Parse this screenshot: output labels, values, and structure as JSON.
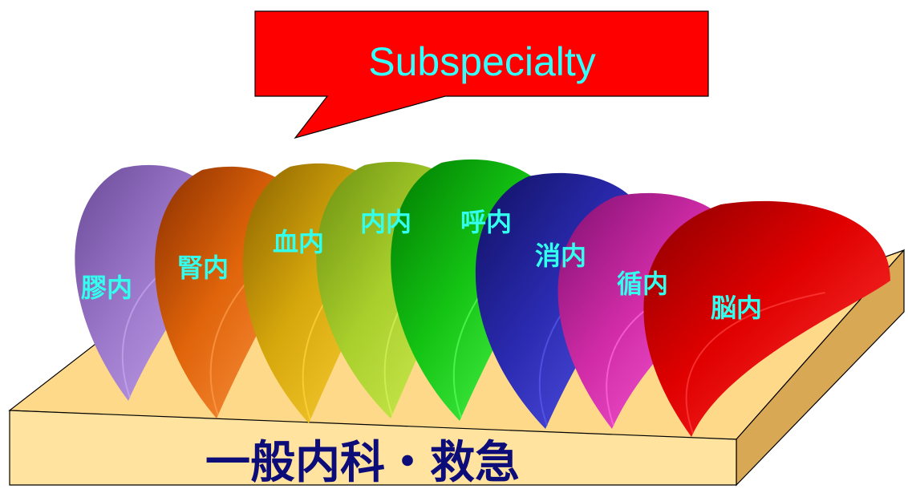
{
  "callout": {
    "text": "Subspecialty",
    "fill": "#ff0000",
    "text_color": "#33ffff"
  },
  "base": {
    "label": "一般内科・救急",
    "top_color": "#ffd98a",
    "front_color": "#ffe39e",
    "side_color": "#d9a855",
    "text_color": "#0d0d7a"
  },
  "label_color": "#33ffee",
  "petals": [
    {
      "label": "膠内",
      "color": "#9b77c9",
      "dark": "#6a4a98",
      "light": "#c7a8f0"
    },
    {
      "label": "腎内",
      "color": "#e0640a",
      "dark": "#8a2f00",
      "light": "#ff9d4d"
    },
    {
      "label": "血内",
      "color": "#d7a80c",
      "dark": "#8a6200",
      "light": "#ffd640"
    },
    {
      "label": "内内",
      "color": "#a8cf2c",
      "dark": "#6d8f10",
      "light": "#d7f25a"
    },
    {
      "label": "呼内",
      "color": "#14c414",
      "dark": "#007a00",
      "light": "#5cff5c"
    },
    {
      "label": "消内",
      "color": "#2a2ab0",
      "dark": "#101060",
      "light": "#5a5af0"
    },
    {
      "label": "循内",
      "color": "#d22ca8",
      "dark": "#801070",
      "light": "#ff6ae0"
    },
    {
      "label": "脳内",
      "color": "#e00000",
      "dark": "#8a0000",
      "light": "#ff4040"
    }
  ]
}
